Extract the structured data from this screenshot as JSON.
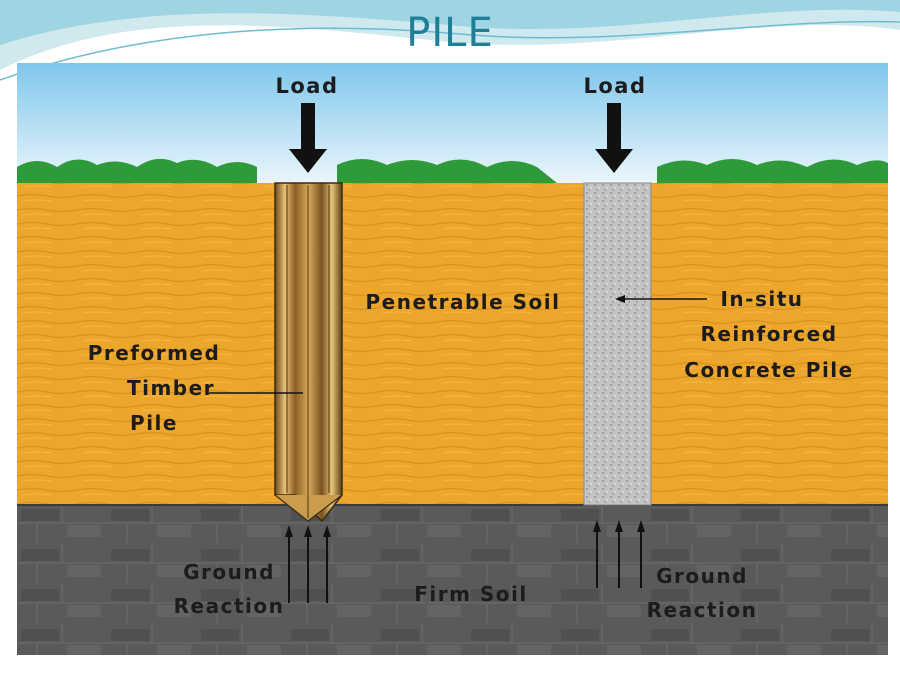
{
  "slide": {
    "title": "PILE"
  },
  "diagram": {
    "load_labels": [
      "Load",
      "Load"
    ],
    "penetrable_soil_label": "Penetrable Soil",
    "timber_pile_label": [
      "Preformed",
      "Timber",
      "Pile"
    ],
    "concrete_pile_label": [
      "In-situ",
      "Reinforced",
      "Concrete Pile"
    ],
    "firm_soil_label": "Firm Soil",
    "ground_reaction_left": [
      "Ground",
      "Reaction"
    ],
    "ground_reaction_right": [
      "Ground",
      "Reaction"
    ],
    "colors": {
      "sky_top": "#7fc6ec",
      "sky_bottom": "#eaf6fb",
      "grass": "#2e9a3a",
      "penetrable_soil": "#eca62c",
      "firm_soil": "#5a5a5a",
      "timber": "#b07a2e",
      "concrete": "#bdbdbd",
      "title": "#1f7f95"
    }
  }
}
